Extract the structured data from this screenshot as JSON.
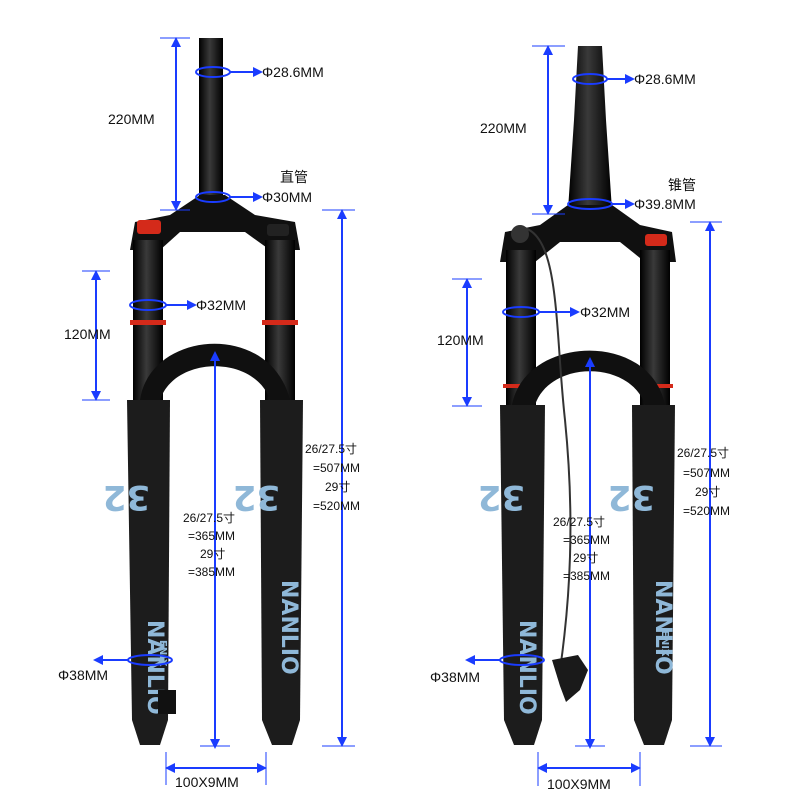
{
  "left": {
    "steerer_top_dia": "Φ28.6MM",
    "steerer_length": "220MM",
    "steerer_type": "直管",
    "steerer_base_dia": "Φ30MM",
    "stanchion_dia": "Φ32MM",
    "travel": "120MM",
    "axle_crown": [
      "26/27.5寸",
      "=365MM",
      "29寸",
      "=385MM"
    ],
    "total_length": [
      "26/27.5寸",
      "=507MM",
      "29寸",
      "=520MM"
    ],
    "lower_dia": "Φ38MM",
    "axle": "100X9MM",
    "brand_number": "32",
    "brand_name": "NANLIO",
    "brand_small": "ENIX"
  },
  "right": {
    "steerer_top_dia": "Φ28.6MM",
    "steerer_length": "220MM",
    "steerer_type": "锥管",
    "steerer_base_dia": "Φ39.8MM",
    "stanchion_dia": "Φ32MM",
    "travel": "120MM",
    "axle_crown": [
      "26/27.5寸",
      "=365MM",
      "29寸",
      "=385MM"
    ],
    "total_length": [
      "26/27.5寸",
      "=507MM",
      "29寸",
      "=520MM"
    ],
    "lower_dia": "Φ38MM",
    "axle": "100X9MM",
    "brand_number": "32",
    "brand_name": "NANLIO",
    "brand_small": "ENIX"
  },
  "colors": {
    "dimension": "#1a3cff",
    "fork_body": "#101010",
    "logo": "#8fb8d8",
    "knob_red": "#d42a1a"
  }
}
